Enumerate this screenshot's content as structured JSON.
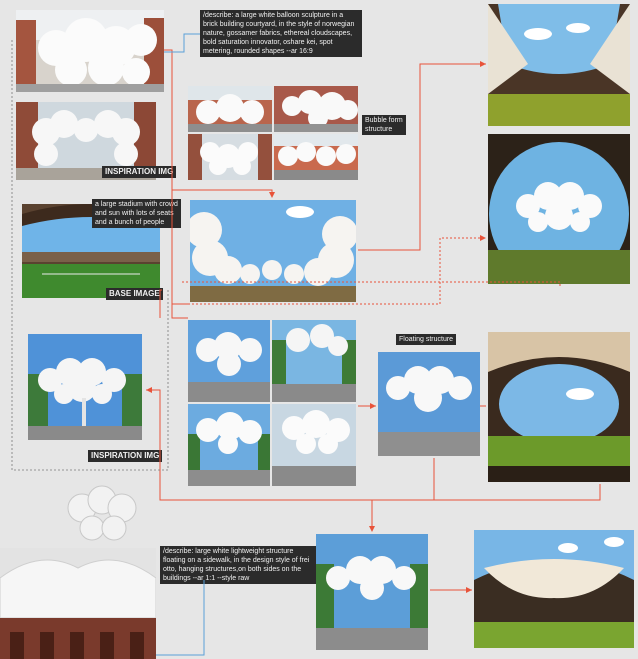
{
  "labels": {
    "prompt_balloon": "/describe: a large white balloon sculpture in a\nbrick building courtyard, in the style of norwegian\nnature, gossamer fabrics, ethereal cloudscapes,\nbold saturation innovator, oshare kei, spot\nmetering, rounded shapes --ar 16:9",
    "bubble_form": "Bubble form\nstructure",
    "inspiration_top": "INSPIRATION IMG",
    "stadium_desc": "a large stadium with crowd\nand sun with lots of seats\nand a bunch of people",
    "base_image": "BASE IMAGE",
    "floating_structure": "Floating structure",
    "inspiration_bottom": "INSPIRATION IMG",
    "prompt_lightweight": "/describe: large white lightweight structure\nfloating on a sidewalk, in the design style of frei\notto, hanging structures,on both sides on the\nbuildings --ar 1:1 --style raw"
  },
  "colors": {
    "background": "#e6e6e6",
    "connector_red": "#e8533a",
    "connector_blue": "#5aa0d8",
    "label_bg": "#2b2b2b"
  }
}
